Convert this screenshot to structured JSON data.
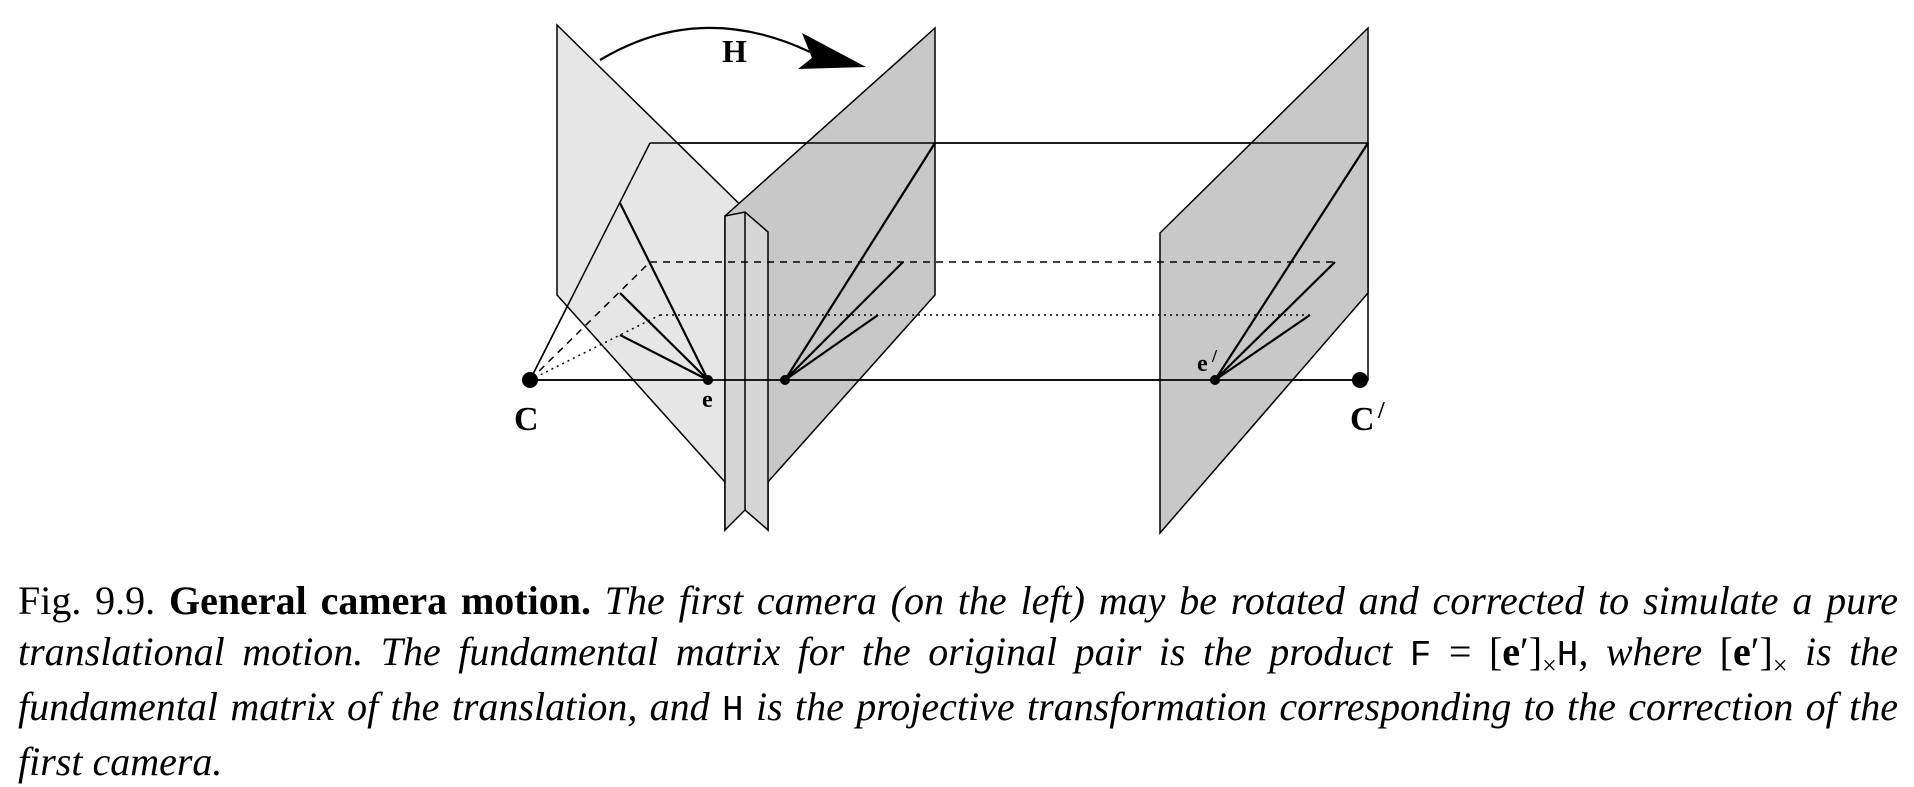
{
  "figure": {
    "labels": {
      "homography": "H",
      "camera_left": "C",
      "camera_right": "C",
      "camera_right_prime": "/",
      "epipole_left": "e",
      "epipole_right": "e",
      "epipole_right_prime": "/"
    },
    "colors": {
      "plane_light": "#e6e6e6",
      "plane_dark": "#c8c8c8",
      "line": "#000000"
    }
  },
  "caption": {
    "fig_number": "Fig. 9.9.",
    "title": "General camera motion.",
    "text_1": "The first camera (on the left) may be rotated and corrected to simulate a pure translational motion. The fundamental matrix for the original pair is the product",
    "sym_F": "F",
    "eq": "=",
    "br_open": "[",
    "sym_e": "e",
    "prime": "′",
    "br_close": "]",
    "cross": "×",
    "sym_H": "H",
    "text_2": ", where",
    "text_3": "is the fundamental matrix of the translation, and",
    "text_4": "is the projective transformation corresponding to the correction of the first camera."
  }
}
